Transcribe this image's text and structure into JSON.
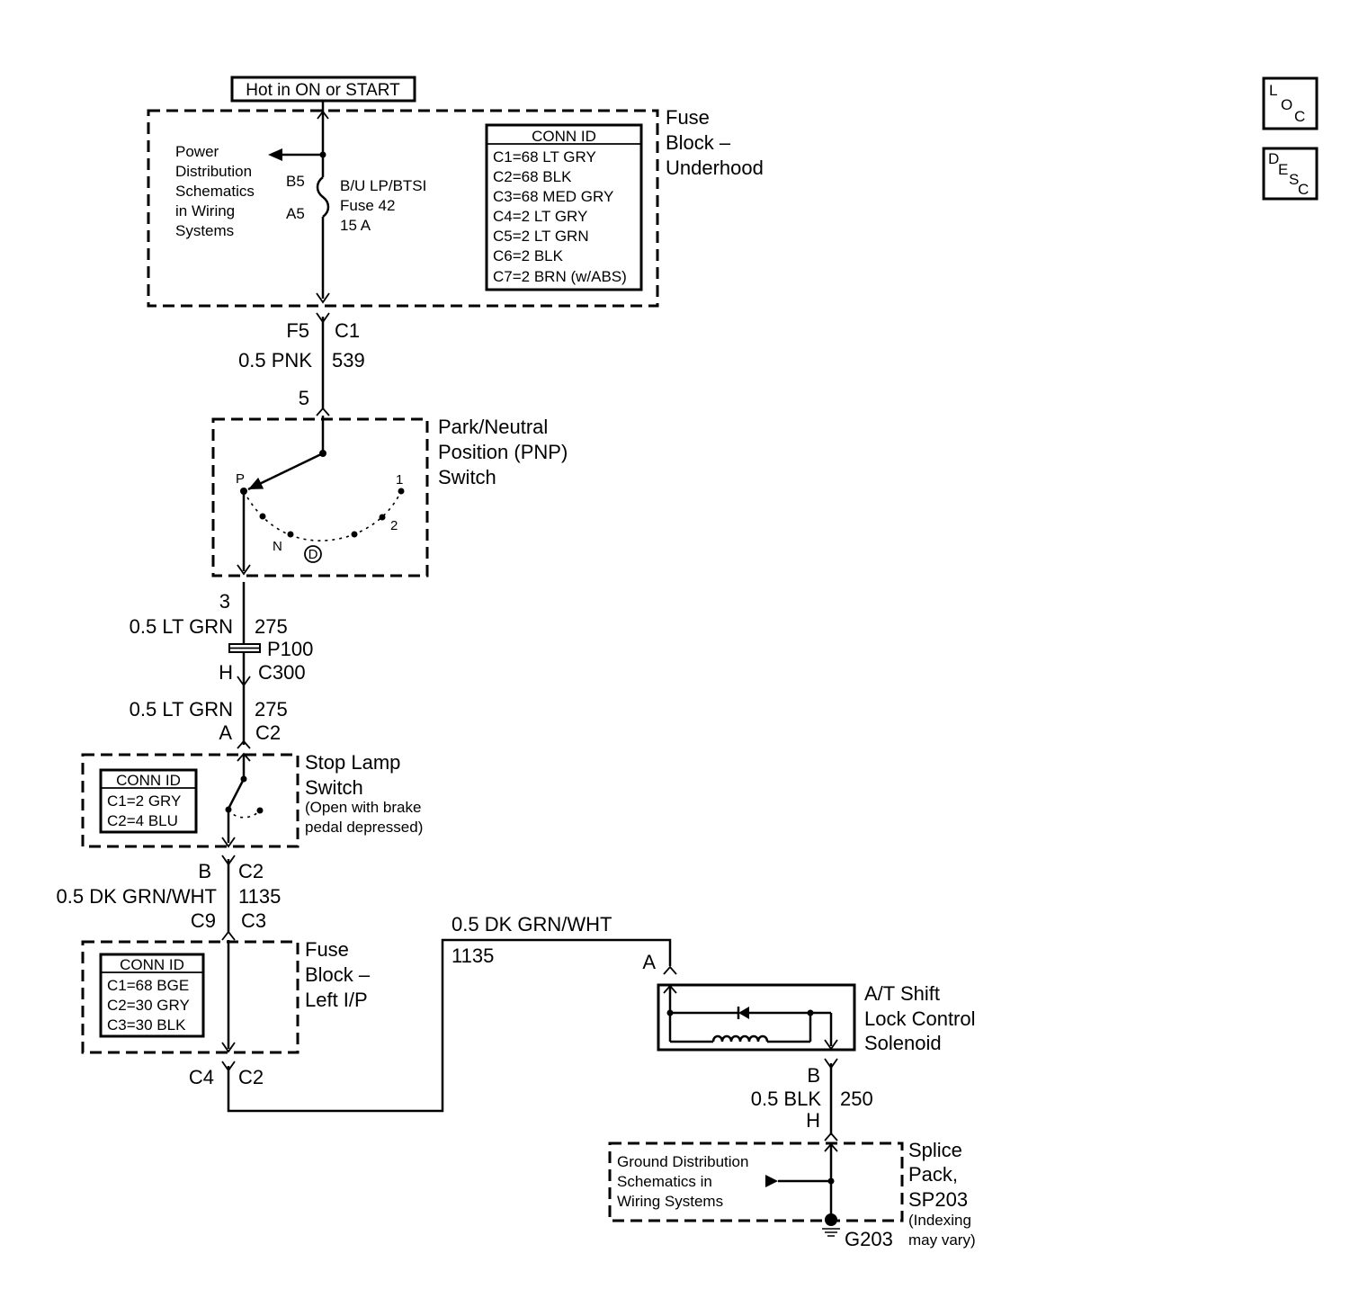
{
  "feed": {
    "label": "Hot in ON or START"
  },
  "fuse_block_underhood": {
    "title": [
      "Fuse",
      "Block –",
      "Underhood"
    ],
    "power_ref": [
      "Power",
      "Distribution",
      "Schematics",
      "in Wiring",
      "Systems"
    ],
    "pin_in": "B5",
    "pin_out": "A5",
    "fuse": [
      "B/U LP/BTSI",
      "Fuse 42",
      "15 A"
    ],
    "conn_header": "CONN ID",
    "conn_ids": [
      "C1=68 LT GRY",
      "C2=68 BLK",
      "C3=68 MED GRY",
      "C4=2 LT GRY",
      "C5=2 LT GRN",
      "C6=2 BLK",
      "C7=2 BRN (w/ABS)"
    ]
  },
  "wire_539": {
    "pin": "F5",
    "conn": "C1",
    "gauge_color": "0.5 PNK",
    "circuit": "539",
    "dest_pin": "5"
  },
  "pnp_switch": {
    "title": [
      "Park/Neutral",
      "Position (PNP)",
      "Switch"
    ],
    "positions": {
      "p": "P",
      "n": "N",
      "d": "D",
      "two": "2",
      "one": "1"
    }
  },
  "wire_275": {
    "pin": "3",
    "gauge_color": "0.5 LT GRN",
    "circuit": "275",
    "splice": "P100",
    "inline_pin": "H",
    "inline_conn": "C300",
    "gauge_color_2": "0.5 LT GRN",
    "circuit_2": "275",
    "dest_pin": "A",
    "dest_conn": "C2"
  },
  "stop_lamp_switch": {
    "title": [
      "Stop Lamp",
      "Switch"
    ],
    "note": [
      "(Open with brake",
      "pedal depressed)"
    ],
    "conn_header": "CONN ID",
    "conn_ids": [
      "C1=2 GRY",
      "C2=4 BLU"
    ]
  },
  "wire_1135": {
    "pin": "B",
    "conn": "C2",
    "gauge_color": "0.5 DK GRN/WHT",
    "circuit": "1135",
    "dest_pin": "C9",
    "dest_conn": "C3"
  },
  "fuse_block_left_ip": {
    "title": [
      "Fuse",
      "Block –",
      "Left I/P"
    ],
    "conn_header": "CONN ID",
    "conn_ids": [
      "C1=68 BGE",
      "C2=30 GRY",
      "C3=30 BLK"
    ],
    "out_pin": "C4",
    "out_conn": "C2"
  },
  "wire_1135_b": {
    "gauge_color": "0.5 DK GRN/WHT",
    "circuit": "1135",
    "dest_pin": "A"
  },
  "solenoid": {
    "title": [
      "A/T Shift",
      "Lock Control",
      "Solenoid"
    ]
  },
  "wire_250": {
    "pin": "B",
    "gauge_color": "0.5 BLK",
    "circuit": "250",
    "dest_pin": "H"
  },
  "splice_pack": {
    "title": [
      "Splice",
      "Pack,",
      "SP203"
    ],
    "note": [
      "(Indexing",
      "may vary)"
    ],
    "ground_ref": [
      "Ground Distribution",
      "Schematics in",
      "Wiring Systems"
    ],
    "ground": "G203"
  },
  "nav_buttons": {
    "loc": [
      "L",
      "O",
      "C"
    ],
    "desc": [
      "D",
      "E",
      "S",
      "C"
    ]
  }
}
